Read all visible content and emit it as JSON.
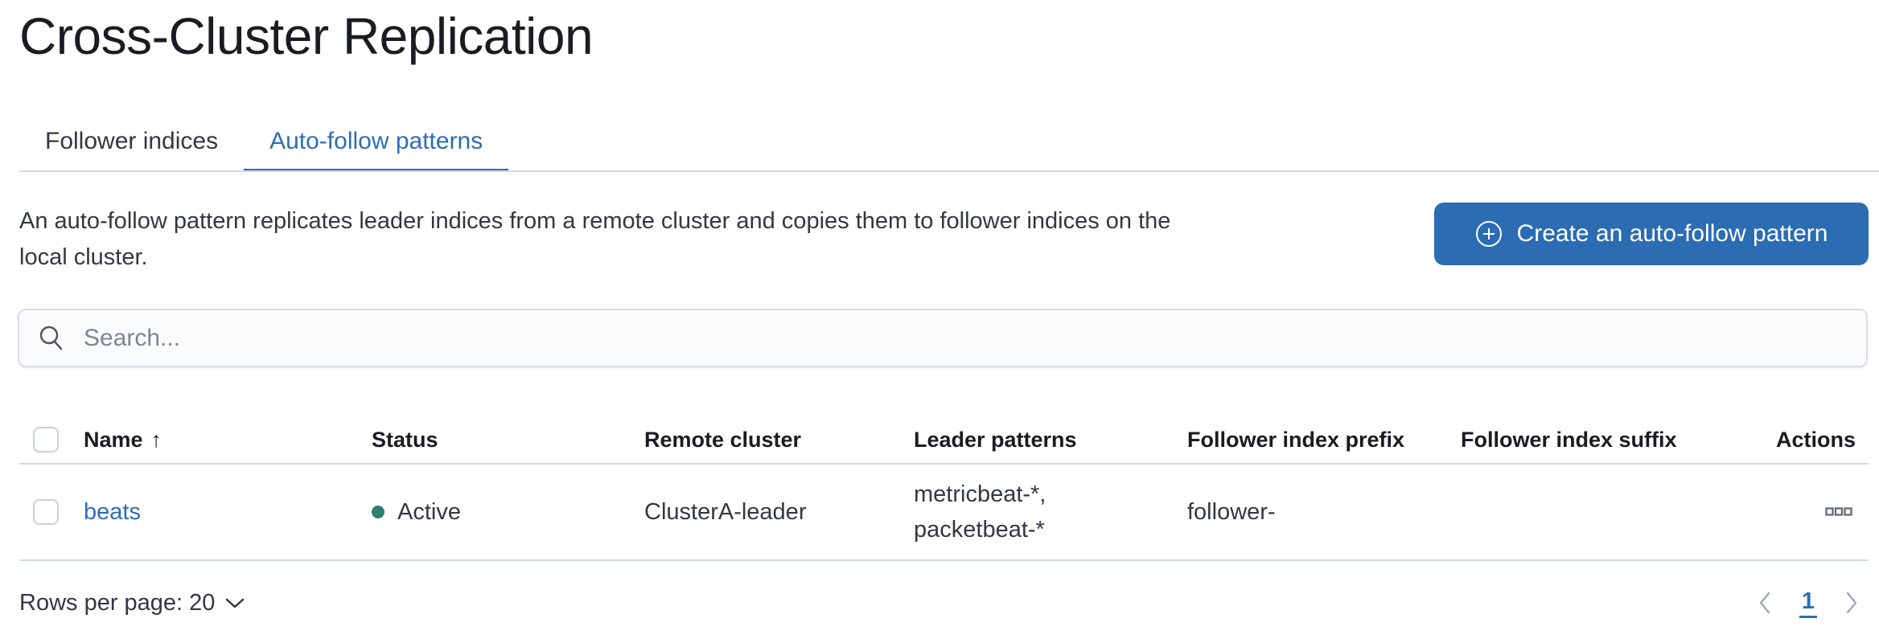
{
  "page": {
    "title": "Cross-Cluster Replication"
  },
  "tabs": [
    {
      "label": "Follower indices",
      "active": false
    },
    {
      "label": "Auto-follow patterns",
      "active": true
    }
  ],
  "description": {
    "lines": [
      "An auto-follow pattern replicates leader indices from a remote cluster and copies them to follower indices on the",
      "local cluster."
    ]
  },
  "create_button": {
    "label": "Create an auto-follow pattern",
    "icon": "plus-in-circle-icon"
  },
  "search": {
    "placeholder": "Search...",
    "value": "",
    "icon": "search-icon"
  },
  "table": {
    "columns": {
      "name": "Name",
      "status": "Status",
      "remote_cluster": "Remote cluster",
      "leader_patterns": "Leader patterns",
      "follower_index_prefix": "Follower index prefix",
      "follower_index_suffix": "Follower index suffix",
      "actions": "Actions"
    },
    "sort": {
      "column": "Name",
      "direction": "ascending",
      "arrow": "↑"
    },
    "rows": [
      {
        "name": "beats",
        "status": "Active",
        "remote_cluster": "ClusterA-leader",
        "leader_patterns": {
          "0": "metricbeat-*,",
          "1": "packetbeat-*"
        },
        "follower_index_prefix": "follower-",
        "follower_index_suffix": "",
        "actions_icon": "boxes-horizontal-icon"
      }
    ]
  },
  "footer": {
    "rows_per_page_label": "Rows per page: 20",
    "pagination": {
      "current_page": "1"
    }
  },
  "colors": {
    "accent": "#2b6cb3",
    "link": "#2e6db4",
    "status-active": "#2f8170"
  }
}
